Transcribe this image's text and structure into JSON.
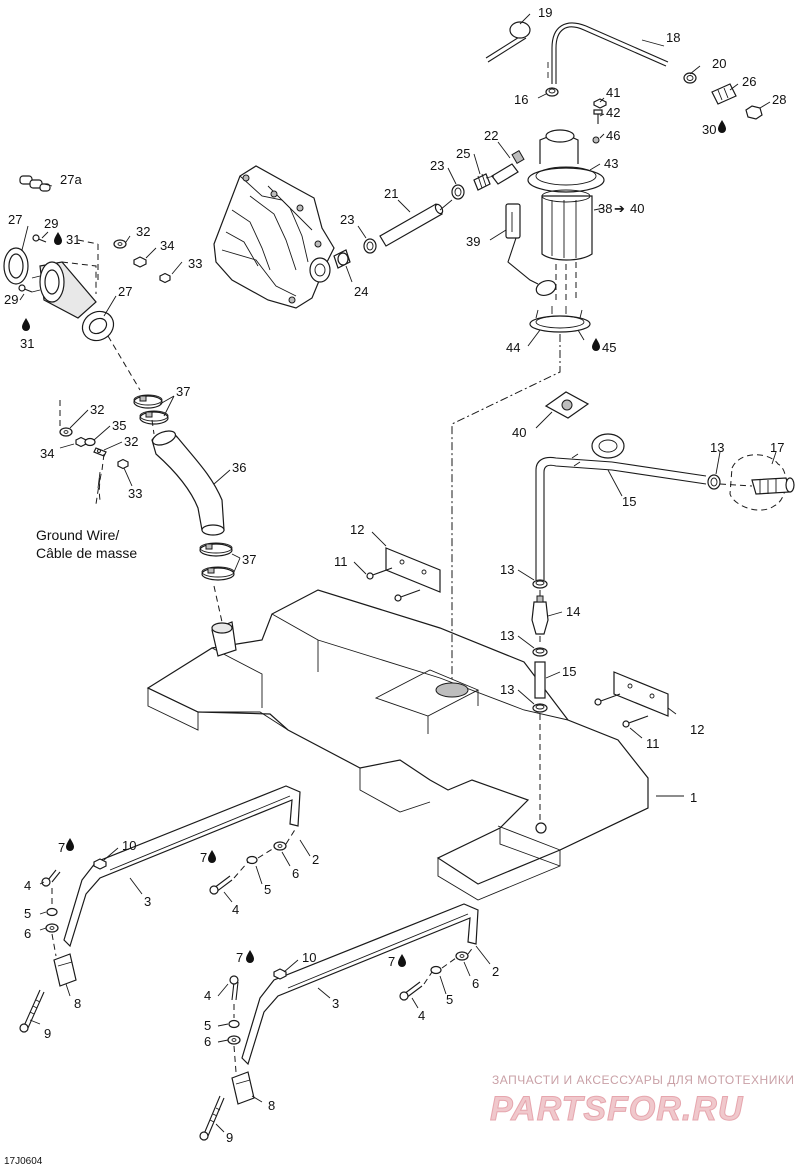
{
  "diagram": {
    "code": "17J0604",
    "labels": {
      "n1": "1",
      "n2a": "2",
      "n2b": "2",
      "n3a": "3",
      "n3b": "3",
      "n4a": "4",
      "n4b": "4",
      "n4c": "4",
      "n4d": "4",
      "n5a": "5",
      "n5b": "5",
      "n5c": "5",
      "n5d": "5",
      "n6a": "6",
      "n6b": "6",
      "n6c": "6",
      "n6d": "6",
      "n7a": "7",
      "n7b": "7",
      "n7c": "7",
      "n7d": "7",
      "n8a": "8",
      "n8b": "8",
      "n9a": "9",
      "n9b": "9",
      "n10a": "10",
      "n10b": "10",
      "n11a": "11",
      "n11b": "11",
      "n12a": "12",
      "n12b": "12",
      "n13a": "13",
      "n13b": "13",
      "n13c": "13",
      "n13d": "13",
      "n14": "14",
      "n15a": "15",
      "n15b": "15",
      "n16": "16",
      "n17": "17",
      "n18": "18",
      "n19": "19",
      "n20": "20",
      "n21": "21",
      "n22": "22",
      "n23a": "23",
      "n23b": "23",
      "n24": "24",
      "n25": "25",
      "n26": "26",
      "n27a": "27",
      "n27b": "27",
      "n27c": "27a",
      "n28": "28",
      "n29a": "29",
      "n29b": "29",
      "n30": "30",
      "n31a": "31",
      "n31b": "31",
      "n32a": "32",
      "n32b": "32",
      "n32c": "32",
      "n33a": "33",
      "n33b": "33",
      "n34a": "34",
      "n34b": "34",
      "n35": "35",
      "n36": "36",
      "n37a": "37",
      "n37b": "37",
      "n3840": "38",
      "n40end": "40",
      "n39": "39",
      "n40": "40",
      "n41": "41",
      "n42": "42",
      "n43": "43",
      "n44": "44",
      "n45": "45",
      "n46": "46"
    },
    "arrow": "➔",
    "ground_wire_en": "Ground Wire/",
    "ground_wire_fr": "Câble de masse"
  },
  "watermark": {
    "tagline": "ЗАПЧАСТИ И АКСЕССУАРЫ ДЛЯ МОТОТЕХНИКИ",
    "brand": "PARTSFOR.RU"
  },
  "colors": {
    "line": "#1a1a1a",
    "watermark": "#e6a6ae"
  }
}
